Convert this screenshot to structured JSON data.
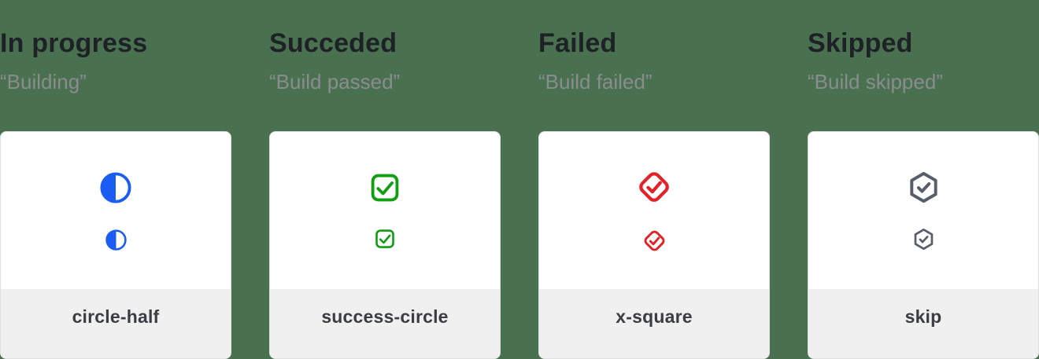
{
  "palette": {
    "page_background": "#4A714F",
    "card_background": "#FFFFFF",
    "card_border": "#E0E0E0",
    "card_footer_background": "#F0F0F0",
    "heading_text": "#1E2126",
    "quote_text": "#8A8C8F",
    "label_text": "#3A3D42"
  },
  "columns": [
    {
      "heading": "In progress",
      "quote": "“Building”",
      "icon": "circle-half-icon",
      "icon_color": "#1B5CF3",
      "label": "circle-half"
    },
    {
      "heading": "Succeded",
      "quote": "“Build passed”",
      "icon": "check-square-icon",
      "icon_color": "#119E11",
      "label": "success-circle"
    },
    {
      "heading": "Failed",
      "quote": "“Build failed”",
      "icon": "diamond-check-icon",
      "icon_color": "#E42127",
      "label": "x-square"
    },
    {
      "heading": "Skipped",
      "quote": "“Build skipped”",
      "icon": "hexagon-check-icon",
      "icon_color": "#575E6B",
      "label": "skip"
    }
  ]
}
